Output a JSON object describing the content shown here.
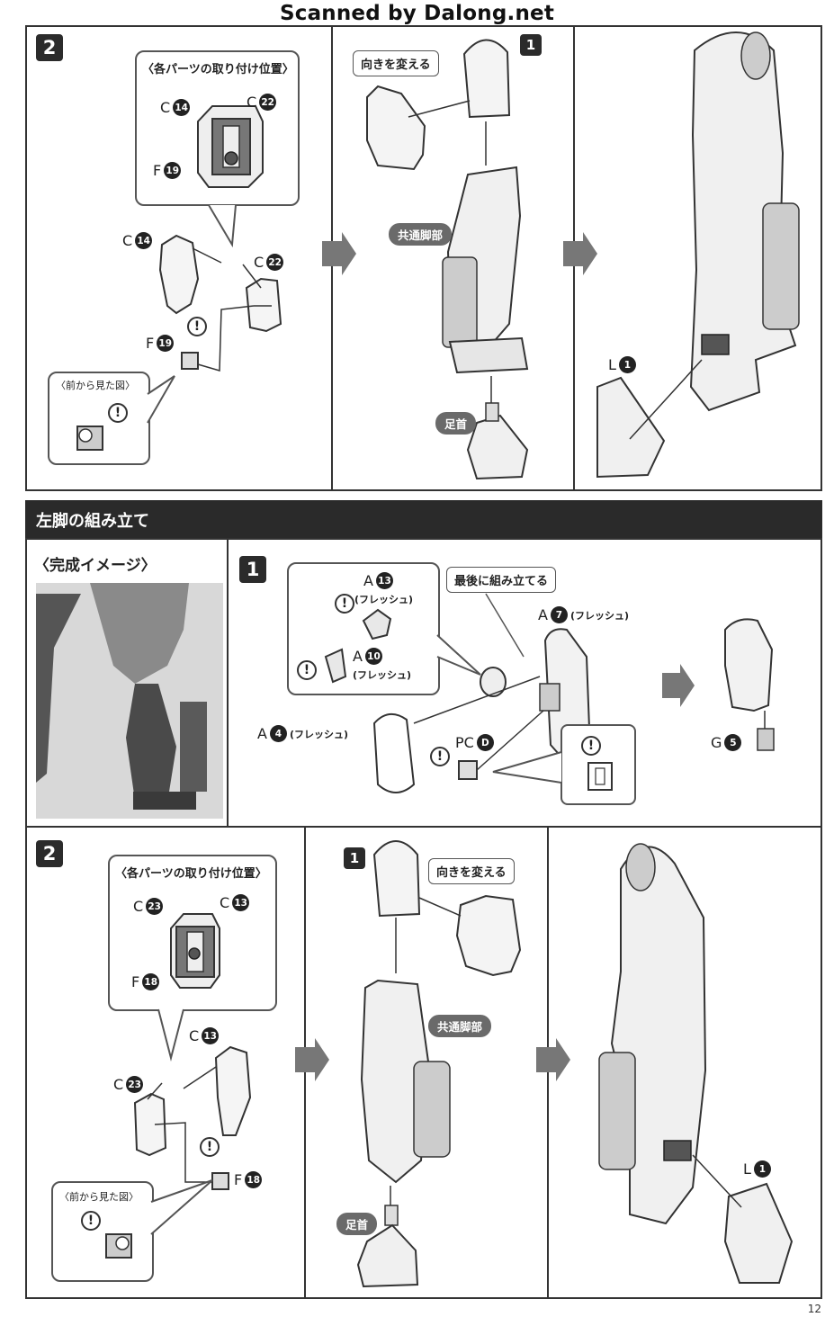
{
  "watermark": "Scanned by Dalong.net",
  "page_number": "12",
  "top_panel": {
    "step": "2",
    "callout_title": "〈各パーツの取り付け位置〉",
    "callout_labels": [
      {
        "letter": "C",
        "num": "14"
      },
      {
        "letter": "C",
        "num": "22"
      },
      {
        "letter": "F",
        "num": "19"
      }
    ],
    "parts": [
      {
        "letter": "C",
        "num": "14"
      },
      {
        "letter": "C",
        "num": "22"
      },
      {
        "letter": "F",
        "num": "19"
      }
    ],
    "front_view": "〈前から見た図〉",
    "sub_step": "1",
    "rotate_label": "向きを変える",
    "common_leg": "共通脚部",
    "ankle": "足首",
    "l_part": {
      "letter": "L",
      "num": "1"
    },
    "steps": [
      "1",
      "2"
    ]
  },
  "section_title": "左脚の組み立て",
  "middle_panel": {
    "complete_title": "〈完成イメージ〉",
    "step": "1",
    "last_assembly": "最後に組み立てる",
    "parts": [
      {
        "letter": "A",
        "num": "13",
        "note": "(フレッシュ)"
      },
      {
        "letter": "A",
        "num": "10",
        "note": "(フレッシュ)"
      },
      {
        "letter": "A",
        "num": "7",
        "note": "(フレッシュ)"
      },
      {
        "letter": "A",
        "num": "4",
        "note": "(フレッシュ)"
      },
      {
        "letter": "PC",
        "num": "D",
        "note": ""
      },
      {
        "letter": "G",
        "num": "5",
        "note": ""
      }
    ]
  },
  "bottom_panel": {
    "step": "2",
    "callout_title": "〈各パーツの取り付け位置〉",
    "callout_labels": [
      {
        "letter": "C",
        "num": "23"
      },
      {
        "letter": "C",
        "num": "13"
      },
      {
        "letter": "F",
        "num": "18"
      }
    ],
    "parts": [
      {
        "letter": "C",
        "num": "13"
      },
      {
        "letter": "C",
        "num": "23"
      },
      {
        "letter": "F",
        "num": "18"
      }
    ],
    "front_view": "〈前から見た図〉",
    "sub_step": "1",
    "rotate_label": "向きを変える",
    "common_leg": "共通脚部",
    "ankle": "足首",
    "l_part": {
      "letter": "L",
      "num": "1"
    }
  },
  "warning_glyph": "!",
  "colors": {
    "ink": "#222222",
    "panel_border": "#333333",
    "section_bar": "#2a2a2a",
    "pill": "#6a6a6a",
    "arrow": "#777777"
  }
}
